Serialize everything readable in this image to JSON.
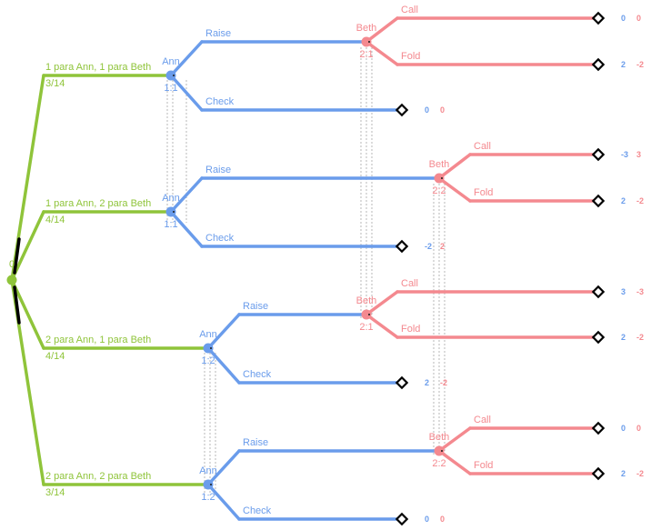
{
  "colors": {
    "chance": "#8fc43a",
    "ann": "#6a9ceb",
    "beth": "#f4898f",
    "terminal": "#000000",
    "info": "#9a9a9a"
  },
  "root": {
    "label": "0"
  },
  "branches": [
    {
      "chance_label": "1 para Ann, 1 para Beth",
      "prob": "3/14",
      "ann": {
        "name": "Ann",
        "infoset": "1:1"
      },
      "raise_label": "Raise",
      "check_label": "Check",
      "check_payoff": [
        "0",
        "0"
      ],
      "beth": {
        "name": "Beth",
        "infoset": "2:1"
      },
      "call_label": "Call",
      "call_payoff": [
        "0",
        "0"
      ],
      "fold_label": "Fold",
      "fold_payoff": [
        "2",
        "-2"
      ]
    },
    {
      "chance_label": "1 para Ann, 2 para Beth",
      "prob": "4/14",
      "ann": {
        "name": "Ann",
        "infoset": "1:1"
      },
      "raise_label": "Raise",
      "check_label": "Check",
      "check_payoff": [
        "-2",
        "2"
      ],
      "beth": {
        "name": "Beth",
        "infoset": "2:2"
      },
      "call_label": "Call",
      "call_payoff": [
        "-3",
        "3"
      ],
      "fold_label": "Fold",
      "fold_payoff": [
        "2",
        "-2"
      ]
    },
    {
      "chance_label": "2 para Ann, 1 para Beth",
      "prob": "4/14",
      "ann": {
        "name": "Ann",
        "infoset": "1:2"
      },
      "raise_label": "Raise",
      "check_label": "Check",
      "check_payoff": [
        "2",
        "-2"
      ],
      "beth": {
        "name": "Beth",
        "infoset": "2:1"
      },
      "call_label": "Call",
      "call_payoff": [
        "3",
        "-3"
      ],
      "fold_label": "Fold",
      "fold_payoff": [
        "2",
        "-2"
      ]
    },
    {
      "chance_label": "2 para Ann, 2 para Beth",
      "prob": "3/14",
      "ann": {
        "name": "Ann",
        "infoset": "1:2"
      },
      "raise_label": "Raise",
      "check_label": "Check",
      "check_payoff": [
        "0",
        "0"
      ],
      "beth": {
        "name": "Beth",
        "infoset": "2:2"
      },
      "call_label": "Call",
      "call_payoff": [
        "0",
        "0"
      ],
      "fold_label": "Fold",
      "fold_payoff": [
        "2",
        "-2"
      ]
    }
  ]
}
